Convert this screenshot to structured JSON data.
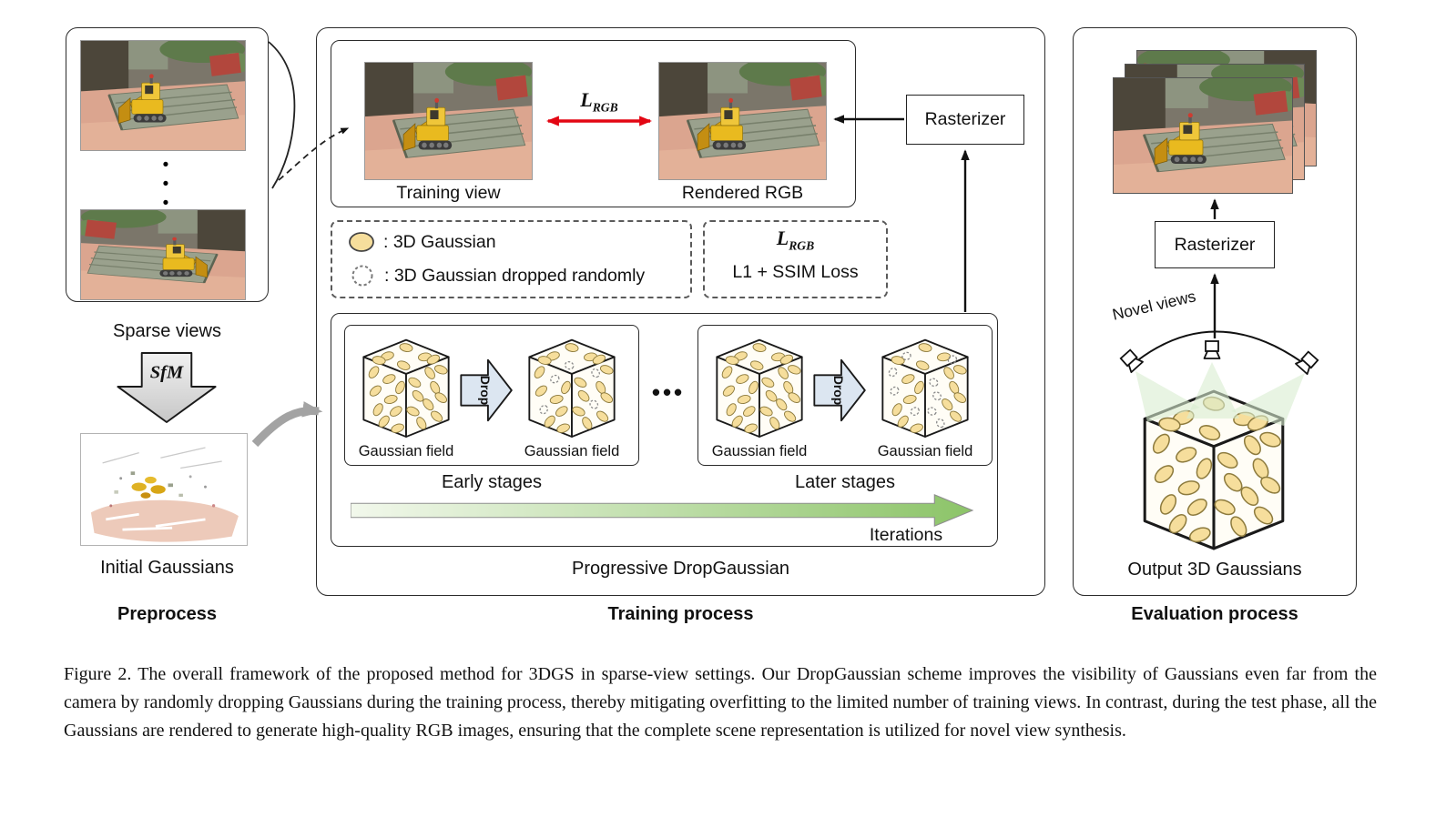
{
  "preprocess": {
    "title": "Preprocess",
    "sparse_views": "Sparse views",
    "sfm": "SfM",
    "initial_gaussians": "Initial Gaussians"
  },
  "training": {
    "title": "Training process",
    "training_view": "Training view",
    "rendered_rgb": "Rendered RGB",
    "rasterizer": "Rasterizer",
    "loss_main": "L",
    "loss_sub": "RGB",
    "legend_gaussian": ": 3D Gaussian",
    "legend_dropped": ": 3D Gaussian dropped randomly",
    "loss_line2": "L1 + SSIM Loss",
    "progressive_title": "Progressive DropGaussian",
    "early_stages": "Early stages",
    "later_stages": "Later stages",
    "gaussian_field": "Gaussian field",
    "drop": "Drop",
    "ellipsis": "•••",
    "iterations": "Iterations"
  },
  "evaluation": {
    "title": "Evaluation process",
    "rasterizer": "Rasterizer",
    "novel_views": "Novel views",
    "output": "Output 3D Gaussians"
  },
  "caption": "Figure 2.  The overall framework of the proposed method for 3DGS in sparse-view settings. Our DropGaussian scheme improves the visibility of Gaussians even far from the camera by randomly dropping Gaussians during the training process, thereby mitigating overfitting to the limited number of training views. In contrast, during the test phase, all the Gaussians are rendered to generate high-quality RGB images, ensuring that the complete scene representation is utilized for novel view synthesis.",
  "colors": {
    "gaussian_fill": "#F6DE9C",
    "loss_red": "#E30613",
    "drop_arrow_fill": "#DCE6F1",
    "iterations_green": "#8CC468"
  }
}
